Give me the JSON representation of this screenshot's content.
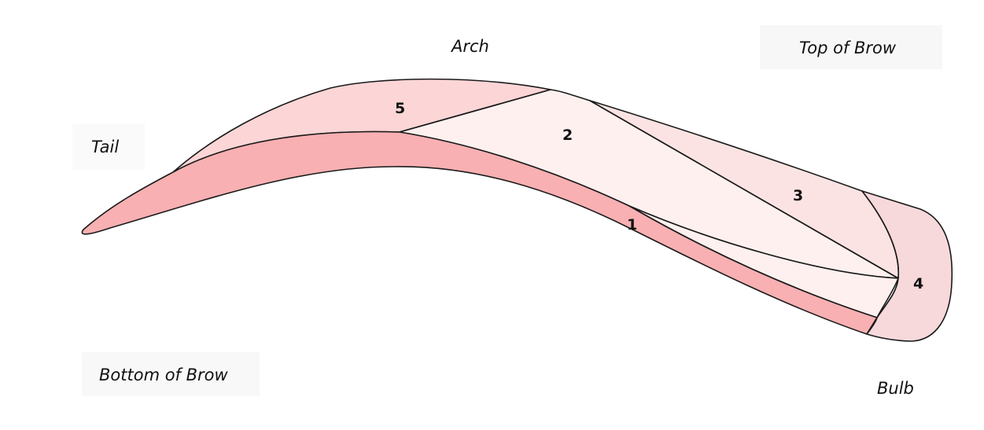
{
  "labels": {
    "arch": "Arch",
    "top_of_brow": "Top of Brow",
    "tail": "Tail",
    "bottom_of_brow": "Bottom of Brow",
    "bulb": "Bulb"
  },
  "regions": {
    "r1": "1",
    "r2": "2",
    "r3": "3",
    "r4": "4",
    "r5": "5"
  },
  "colors": {
    "region_1": "#f8b0b2",
    "region_2": "#fdf0ef",
    "region_3": "#fce3e3",
    "region_4": "#f7d9db",
    "region_5": "#fcd5d6",
    "outline": "#1a1a1a"
  }
}
